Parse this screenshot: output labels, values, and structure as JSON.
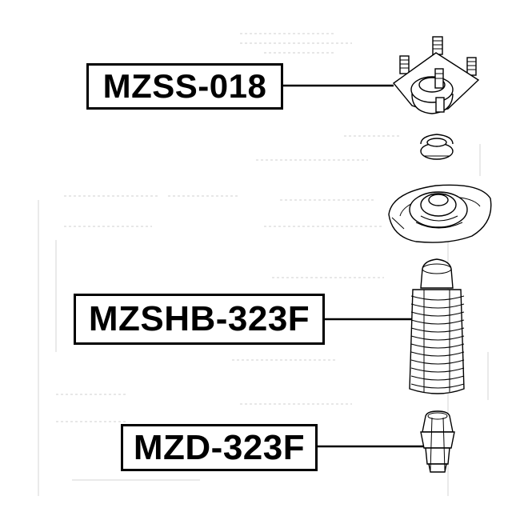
{
  "labels": {
    "strut_mount": "MZSS-018",
    "bump_stop_boot": "MZSHB-323F",
    "bump_stop": "MZD-323F"
  }
}
